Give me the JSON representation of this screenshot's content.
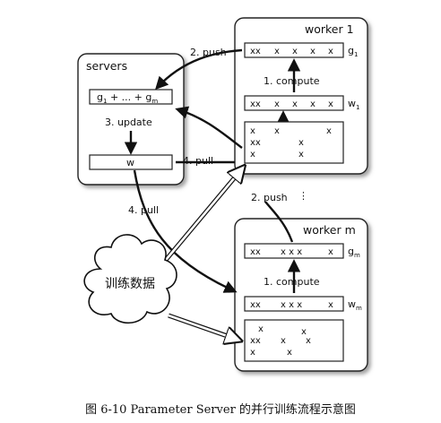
{
  "servers": {
    "title": "servers",
    "gradient_box": {
      "g1": "g",
      "sub1": "1",
      "middle": " + ... + g",
      "subm": "m"
    },
    "update_label": "3. update",
    "w_box": "w"
  },
  "worker1": {
    "title": "worker 1",
    "g_row": {
      "cells": [
        "xx",
        "x",
        "x",
        "x",
        "x"
      ],
      "label": "g",
      "sub": "1"
    },
    "compute_label": "1. compute",
    "w_row": {
      "cells": [
        "xx",
        "x",
        "x",
        "x",
        "x"
      ],
      "label": "w",
      "sub": "1"
    },
    "data_rows": [
      [
        "x",
        "x",
        "x"
      ],
      [
        "xx",
        "x"
      ],
      [
        "x",
        "x"
      ]
    ]
  },
  "workerm": {
    "title": "worker m",
    "g_row": {
      "cells": [
        "xx",
        "x x x",
        "x"
      ],
      "label": "g",
      "sub": "m"
    },
    "compute_label": "1. compute",
    "w_row": {
      "cells": [
        "xx",
        "x x x",
        "x"
      ],
      "label": "w",
      "sub": "m"
    },
    "data_rows": [
      [
        "x"
      ],
      [
        "x"
      ],
      [
        "xx",
        "x",
        "x"
      ],
      [
        "x",
        "x"
      ]
    ]
  },
  "arrows": {
    "push_top": "2. push",
    "pull_right": "4. pull",
    "push_mid": "2. push",
    "pull_left": "4. pull"
  },
  "cloud": {
    "label": "训练数据"
  },
  "caption": "图 6-10    Parameter Server 的并行训练流程示意图"
}
